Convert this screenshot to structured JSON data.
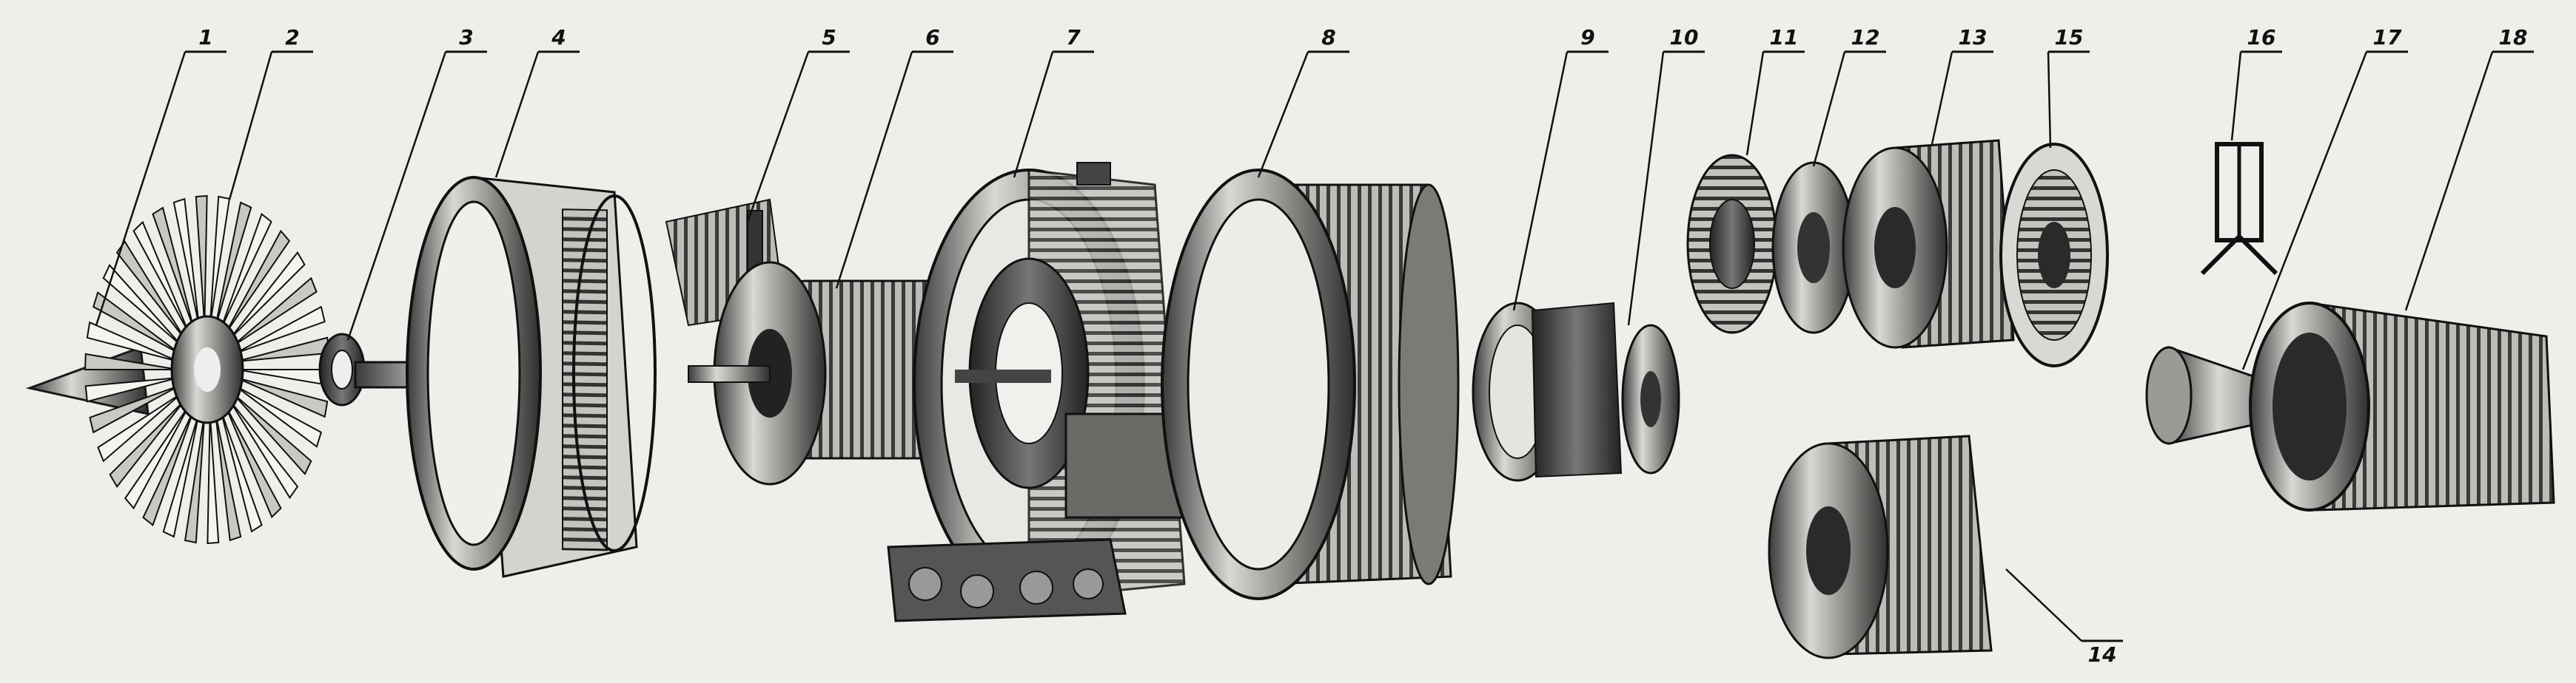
{
  "callouts": [
    "1",
    "2",
    "3",
    "4",
    "5",
    "6",
    "7",
    "8",
    "9",
    "10",
    "11",
    "12",
    "13",
    "14",
    "15",
    "16",
    "17",
    "18"
  ],
  "colors": {
    "paper": "#eeeeea",
    "ink": "#1a1a1a",
    "shade": "#555555",
    "light": "#cfcfcf"
  }
}
